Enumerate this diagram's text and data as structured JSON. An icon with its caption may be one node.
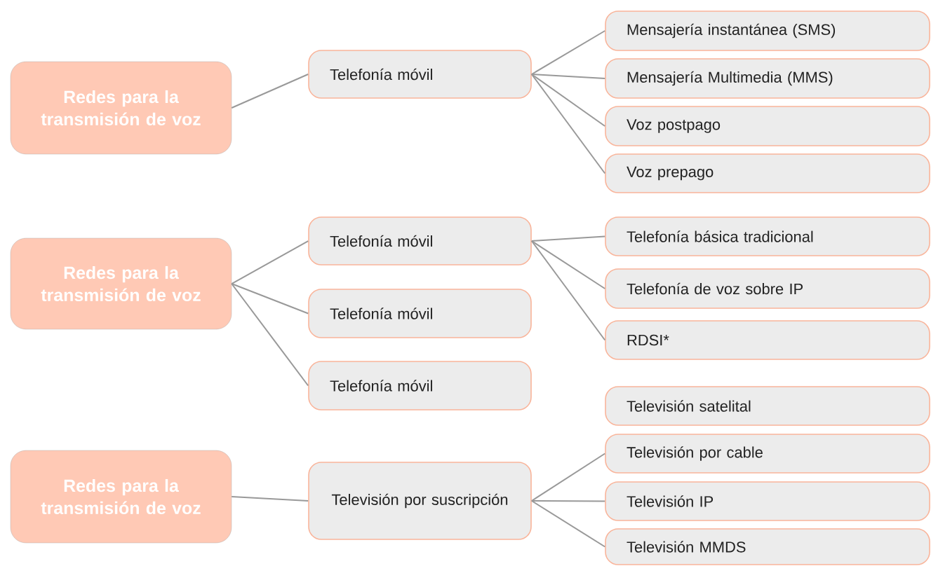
{
  "diagram": {
    "nodes": [
      {
        "text": [
          "Redes para la transmisión de voz"
        ]
      },
      {
        "text": [
          "Telefonía móvil"
        ]
      },
      {
        "text": [
          "Mensajería instantánea (SMS)"
        ]
      },
      {
        "text": [
          "Mensajería Multimedia (MMS)"
        ]
      },
      {
        "text": [
          "Voz postpago"
        ]
      },
      {
        "text": [
          "Voz prepago"
        ]
      },
      {
        "text": [
          "Redes para la transmisión de voz"
        ]
      },
      {
        "text": [
          "Telefonía móvil"
        ]
      },
      {
        "text": [
          "Telefonía básica tradicional"
        ]
      },
      {
        "text": [
          "Telefonía de voz sobre IP"
        ]
      },
      {
        "text": [
          "RDSI*"
        ]
      },
      {
        "text": [
          "Telefonía móvil"
        ]
      },
      {
        "text": [
          "Telefonía móvil"
        ]
      },
      {
        "text": [
          "Televisión satelital"
        ]
      },
      {
        "text": [
          "Redes para la transmisión de voz"
        ]
      },
      {
        "text": [
          "Televisión por suscripción"
        ]
      },
      {
        "text": [
          "Televisión por cable"
        ]
      },
      {
        "text": [
          "Televisión IP"
        ]
      },
      {
        "text": [
          "Televisión MMDS"
        ]
      }
    ],
    "edges": [
      {
        "from": 0,
        "to": 1,
        "arrow": "none"
      },
      {
        "from": 1,
        "to": 2,
        "arrow": "none"
      },
      {
        "from": 1,
        "to": 3,
        "arrow": "none"
      },
      {
        "from": 1,
        "to": 4,
        "arrow": "none"
      },
      {
        "from": 1,
        "to": 5,
        "arrow": "none"
      },
      {
        "from": 6,
        "to": 7,
        "arrow": "none"
      },
      {
        "from": 6,
        "to": 11,
        "arrow": "none"
      },
      {
        "from": 6,
        "to": 12,
        "arrow": "none"
      },
      {
        "from": 7,
        "to": 8,
        "arrow": "none"
      },
      {
        "from": 7,
        "to": 9,
        "arrow": "none"
      },
      {
        "from": 7,
        "to": 10,
        "arrow": "none"
      },
      {
        "from": 14,
        "to": 15,
        "arrow": "none"
      },
      {
        "from": 15,
        "to": 16,
        "arrow": "none"
      },
      {
        "from": 15,
        "to": 17,
        "arrow": "none"
      },
      {
        "from": 15,
        "to": 18,
        "arrow": "none"
      }
    ]
  }
}
